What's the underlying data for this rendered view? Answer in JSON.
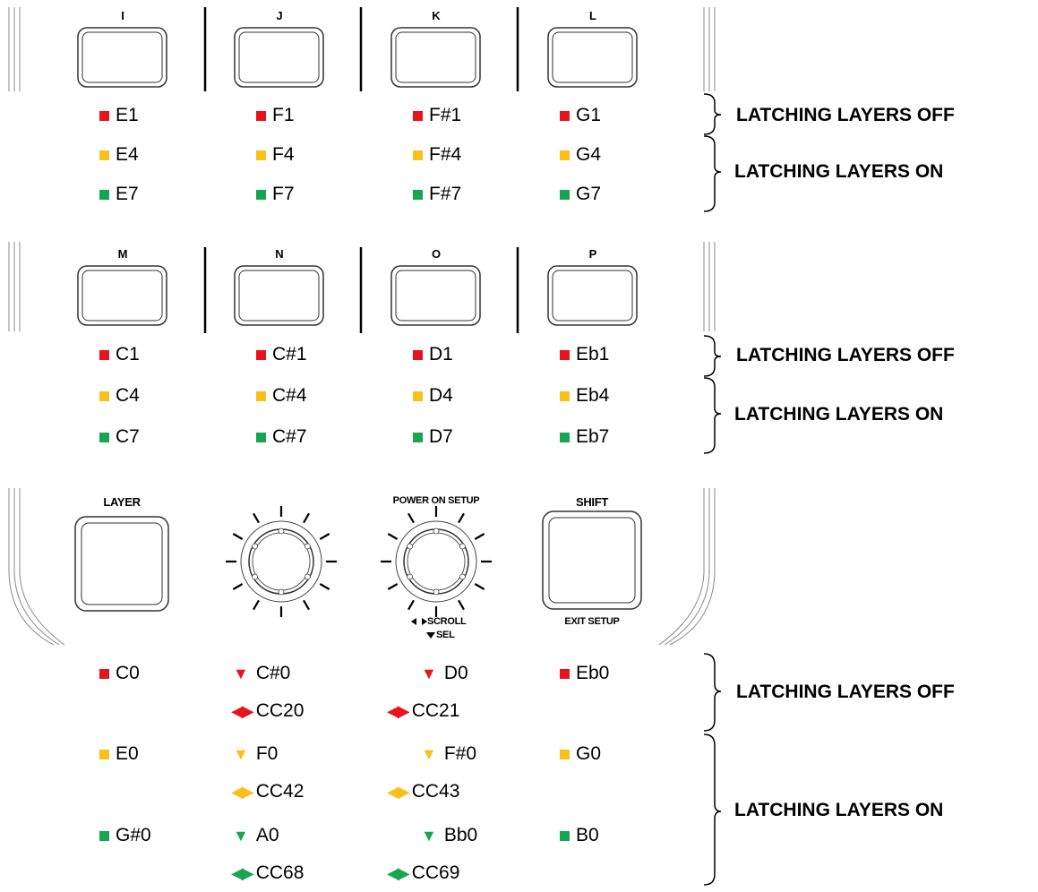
{
  "colors": {
    "red": "#e8141b",
    "yellow": "#fbbf1a",
    "green": "#18a550"
  },
  "side_labels": {
    "off": "LATCHING LAYERS OFF",
    "on": "LATCHING LAYERS ON"
  },
  "bank1": {
    "keys": [
      "I",
      "J",
      "K",
      "L"
    ],
    "rows": [
      {
        "color": "red",
        "notes": [
          "E1",
          "F1",
          "F#1",
          "G1"
        ]
      },
      {
        "color": "yellow",
        "notes": [
          "E4",
          "F4",
          "F#4",
          "G4"
        ]
      },
      {
        "color": "green",
        "notes": [
          "E7",
          "F7",
          "F#7",
          "G7"
        ]
      }
    ]
  },
  "bank2": {
    "keys": [
      "M",
      "N",
      "O",
      "P"
    ],
    "rows": [
      {
        "color": "red",
        "notes": [
          "C1",
          "C#1",
          "D1",
          "Eb1"
        ]
      },
      {
        "color": "yellow",
        "notes": [
          "C4",
          "C#4",
          "D4",
          "Eb4"
        ]
      },
      {
        "color": "green",
        "notes": [
          "C7",
          "C#7",
          "D7",
          "Eb7"
        ]
      }
    ]
  },
  "bank3": {
    "layer_label": "LAYER",
    "power_on_setup_label": "POWER ON SETUP",
    "shift_label": "SHIFT",
    "exit_setup_label": "EXIT SETUP",
    "scroll_label": "SCROLL",
    "sel_label": "SEL",
    "groups": [
      {
        "color": "red",
        "layer": "C0",
        "enc1_push": "C#0",
        "enc1_turn": "CC20",
        "enc2_push": "D0",
        "enc2_turn": "CC21",
        "shift": "Eb0"
      },
      {
        "color": "yellow",
        "layer": "E0",
        "enc1_push": "F0",
        "enc1_turn": "CC42",
        "enc2_push": "F#0",
        "enc2_turn": "CC43",
        "shift": "G0"
      },
      {
        "color": "green",
        "layer": "G#0",
        "enc1_push": "A0",
        "enc1_turn": "CC68",
        "enc2_push": "Bb0",
        "enc2_turn": "CC69",
        "shift": "B0"
      }
    ]
  }
}
